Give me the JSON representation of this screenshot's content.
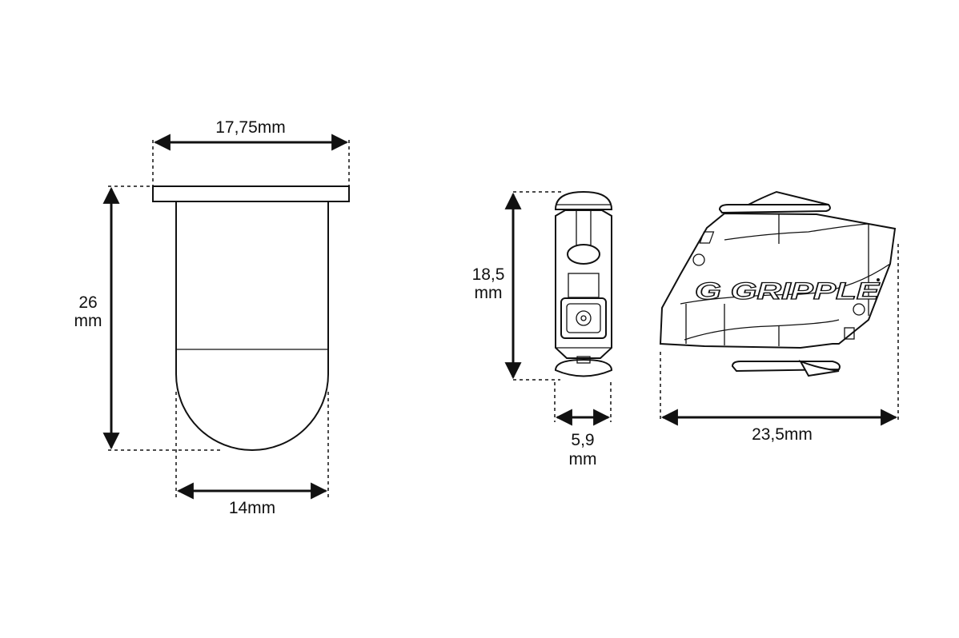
{
  "cap_view": {
    "width_top": "17,75mm",
    "height_value": "26",
    "height_unit": "mm",
    "width_bottom": "14mm"
  },
  "side_view": {
    "height_value": "18,5",
    "height_unit": "mm",
    "width_value": "5,9",
    "width_unit": "mm"
  },
  "front_view": {
    "width": "23,5mm",
    "logo_text": "GRIPPLE"
  }
}
